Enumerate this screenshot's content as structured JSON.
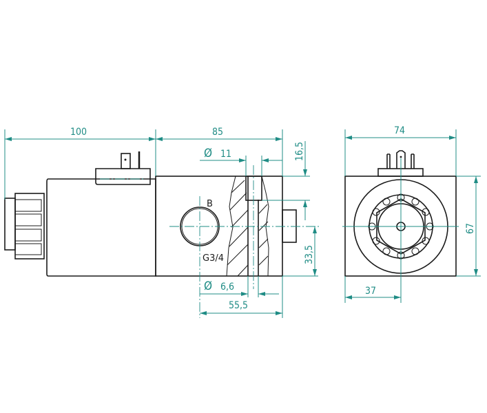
{
  "title": "Solenoid valve coil dimension drawing",
  "side_view": {
    "dims": {
      "coil_length": "100",
      "body_length": "85",
      "bore_top": "11",
      "bore_bottom": "6,6",
      "port_offset": "55,5",
      "top_offset": "16,5",
      "port_height": "33,5"
    },
    "diameter_symbol": "Ø",
    "port_label": "B",
    "thread_label": "G3/4"
  },
  "front_view": {
    "dims": {
      "width": "74",
      "height": "67",
      "center_offset": "37"
    }
  },
  "colors": {
    "dimension": "#1f8c85",
    "outline": "#1a1a1a"
  }
}
